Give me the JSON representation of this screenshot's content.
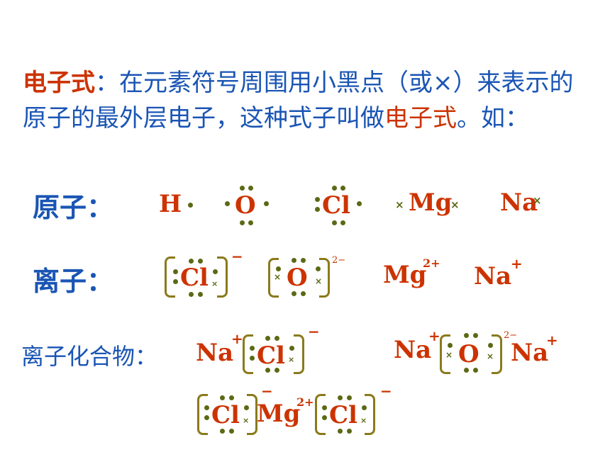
{
  "definition": {
    "term": "电子式",
    "colon": "：",
    "body": "在元素符号周围用小黑点（或×）来表示的原子的最外层电子，这种式子叫做",
    "term_again": "电子式",
    "tail": "。如："
  },
  "rows": {
    "atoms_label": "原子：",
    "ions_label": "离子：",
    "compounds_label": "离子化合物："
  },
  "symbols": {
    "H": "H",
    "O": "O",
    "Cl": "Cl",
    "Mg": "Mg",
    "Na": "Na",
    "cross": "×"
  },
  "charges": {
    "minus": "−",
    "two_minus": "2−",
    "two_plus": "2+",
    "plus": "+"
  },
  "colors": {
    "blue_text": "#1a55b4",
    "red_text": "#cc3300",
    "electron": "#5a6a14",
    "bracket": "#8a7a1c"
  }
}
